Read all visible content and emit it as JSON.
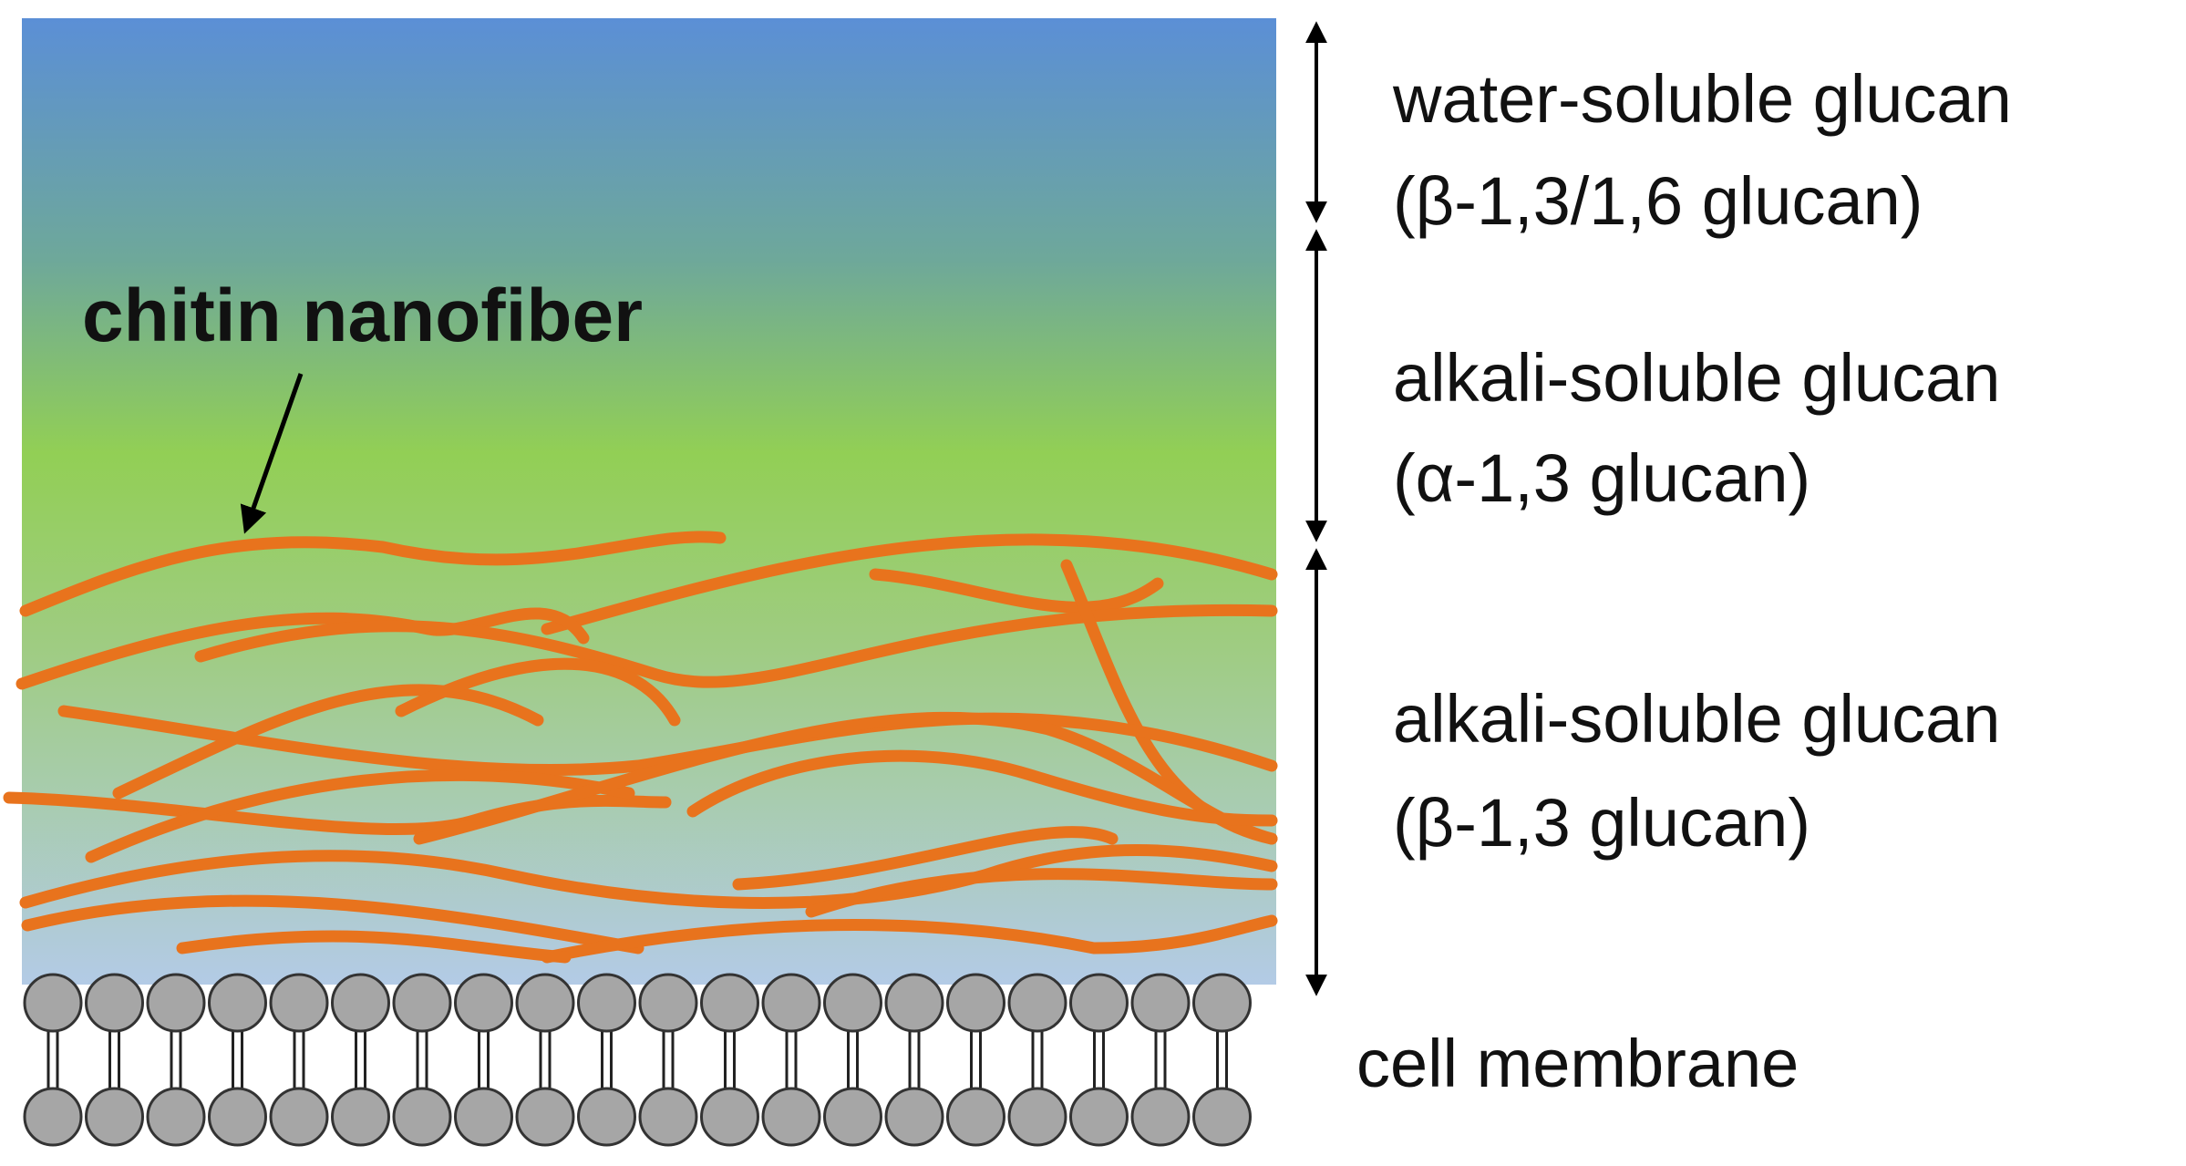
{
  "labels": {
    "chitin": "chitin nanofiber",
    "layer1_name": "water-soluble glucan",
    "layer1_type": "(β-1,3/1,6 glucan)",
    "layer2_name": "alkali-soluble glucan",
    "layer2_type": "(α-1,3 glucan)",
    "layer3_name": "alkali-soluble glucan",
    "layer3_type": "(β-1,3 glucan)",
    "membrane": "cell membrane"
  },
  "colors": {
    "gradient_top": "#5b8fd6",
    "gradient_mid": "#92cf55",
    "gradient_bottom": "#b3cbe6",
    "fiber": "#e8731d",
    "lipid_head": "#a6a6a6",
    "text": "#111111"
  },
  "icons": {
    "pointer": "arrow-icon",
    "dimension": "double-arrow-icon",
    "lipid": "lipid-head-icon"
  }
}
